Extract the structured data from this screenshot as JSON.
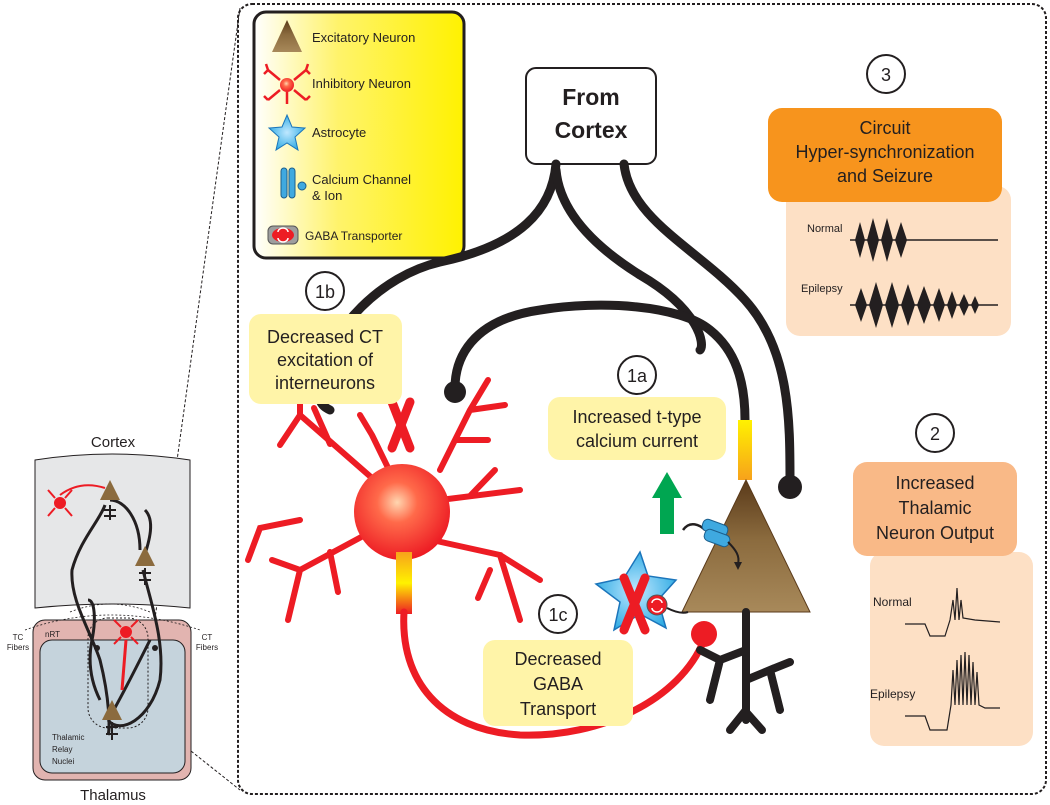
{
  "legend": {
    "excitatory": "Excitatory Neuron",
    "inhibitory": "Inhibitory Neuron",
    "astrocyte": "Astrocyte",
    "calcium_line1": "Calcium Channel",
    "calcium_line2": "& Ion",
    "gaba": "GABA Transporter"
  },
  "from_cortex": [
    "From",
    "Cortex"
  ],
  "labels": {
    "n1b": "1b",
    "n1a": "1a",
    "n1c": "1c",
    "n2": "2",
    "n3": "3"
  },
  "callouts": {
    "ct": [
      "Decreased CT",
      "excitation of",
      "interneurons"
    ],
    "ttype": [
      "Increased t-type",
      "calcium current"
    ],
    "gaba": [
      "Decreased",
      "GABA",
      "Transport"
    ],
    "thalamic": [
      "Increased",
      "Thalamic",
      "Neuron Output"
    ],
    "circuit": [
      "Circuit",
      "Hyper-synchronization",
      "and Seizure"
    ]
  },
  "traces": {
    "normal": "Normal",
    "epilepsy": "Epilepsy"
  },
  "left_schematic": {
    "cortex": "Cortex",
    "thalamus": "Thalamus",
    "tc_fibers": [
      "TC",
      "Fibers"
    ],
    "ct_fibers": [
      "CT",
      "Fibers"
    ],
    "nrt": "nRT",
    "relay": [
      "Thalamic",
      "Relay",
      "Nuclei"
    ]
  },
  "colors": {
    "legend_fill": "#fff200",
    "callout_fill": "#fff4a8",
    "orange": "#f7941d",
    "orange_light": "#f9b987",
    "peach": "#fde0c5",
    "red": "#ed1c24",
    "brown": "#8b6b3e"
  }
}
